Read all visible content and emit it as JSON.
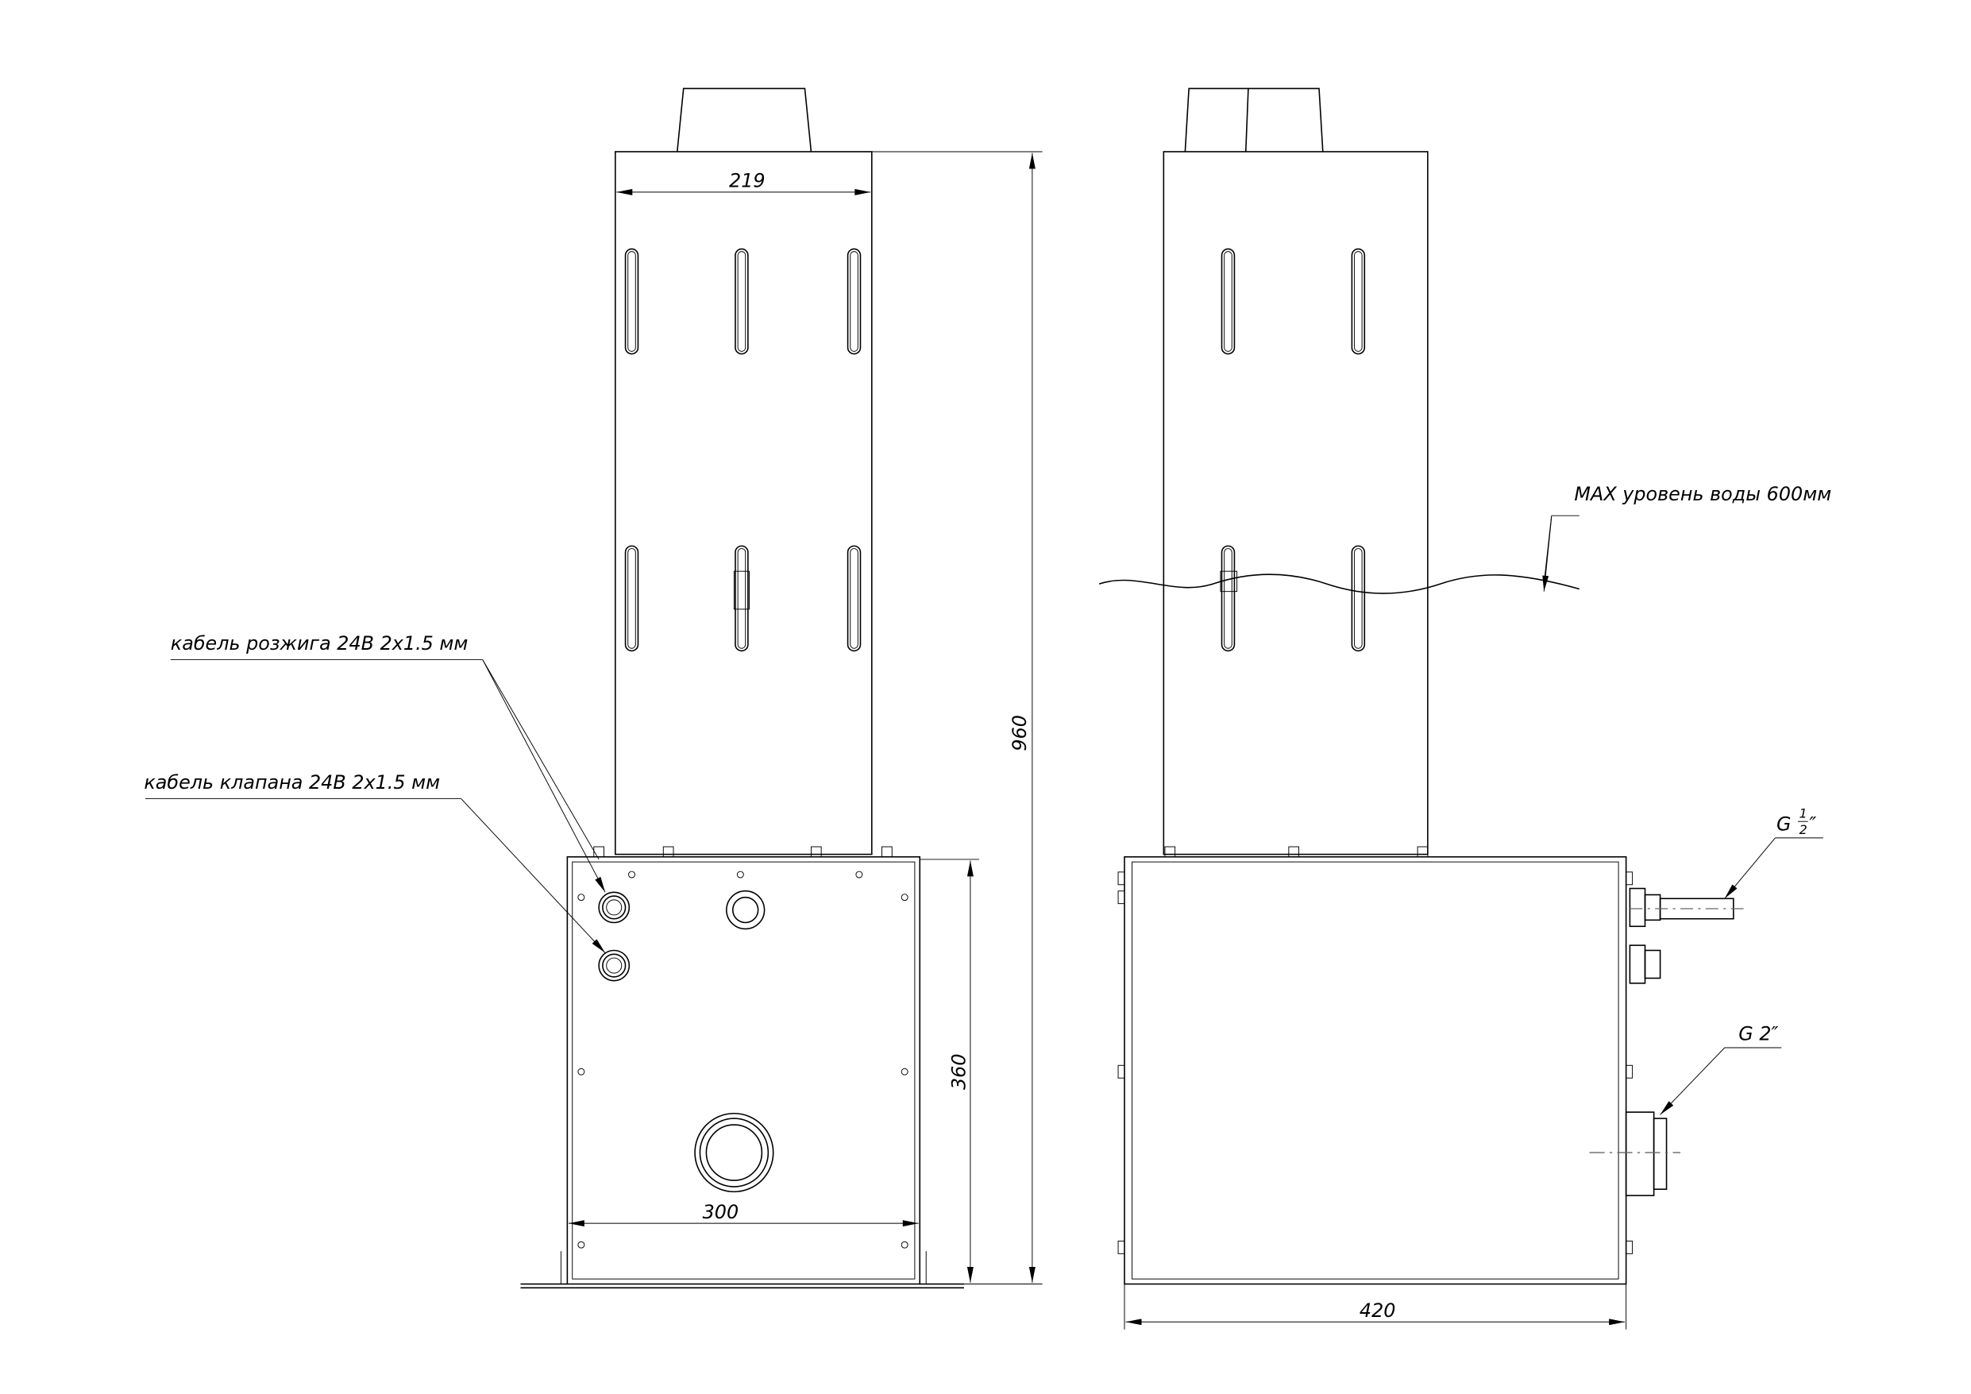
{
  "dimensions": {
    "width_top": "219",
    "height_total": "960",
    "base_height": "360",
    "base_width_front": "300",
    "base_width_side": "420"
  },
  "labels": {
    "ignition_cable": "кабель розжига 24В 2х1.5 мм",
    "valve_cable": "кабель клапана 24В 2х1.5 мм",
    "max_water": "MAX уровень воды  600мм",
    "g_half_prefix": "G",
    "g_half_num": "1",
    "g_half_den": "2",
    "g_half_suffix": "″",
    "g_two": "G 2″"
  }
}
